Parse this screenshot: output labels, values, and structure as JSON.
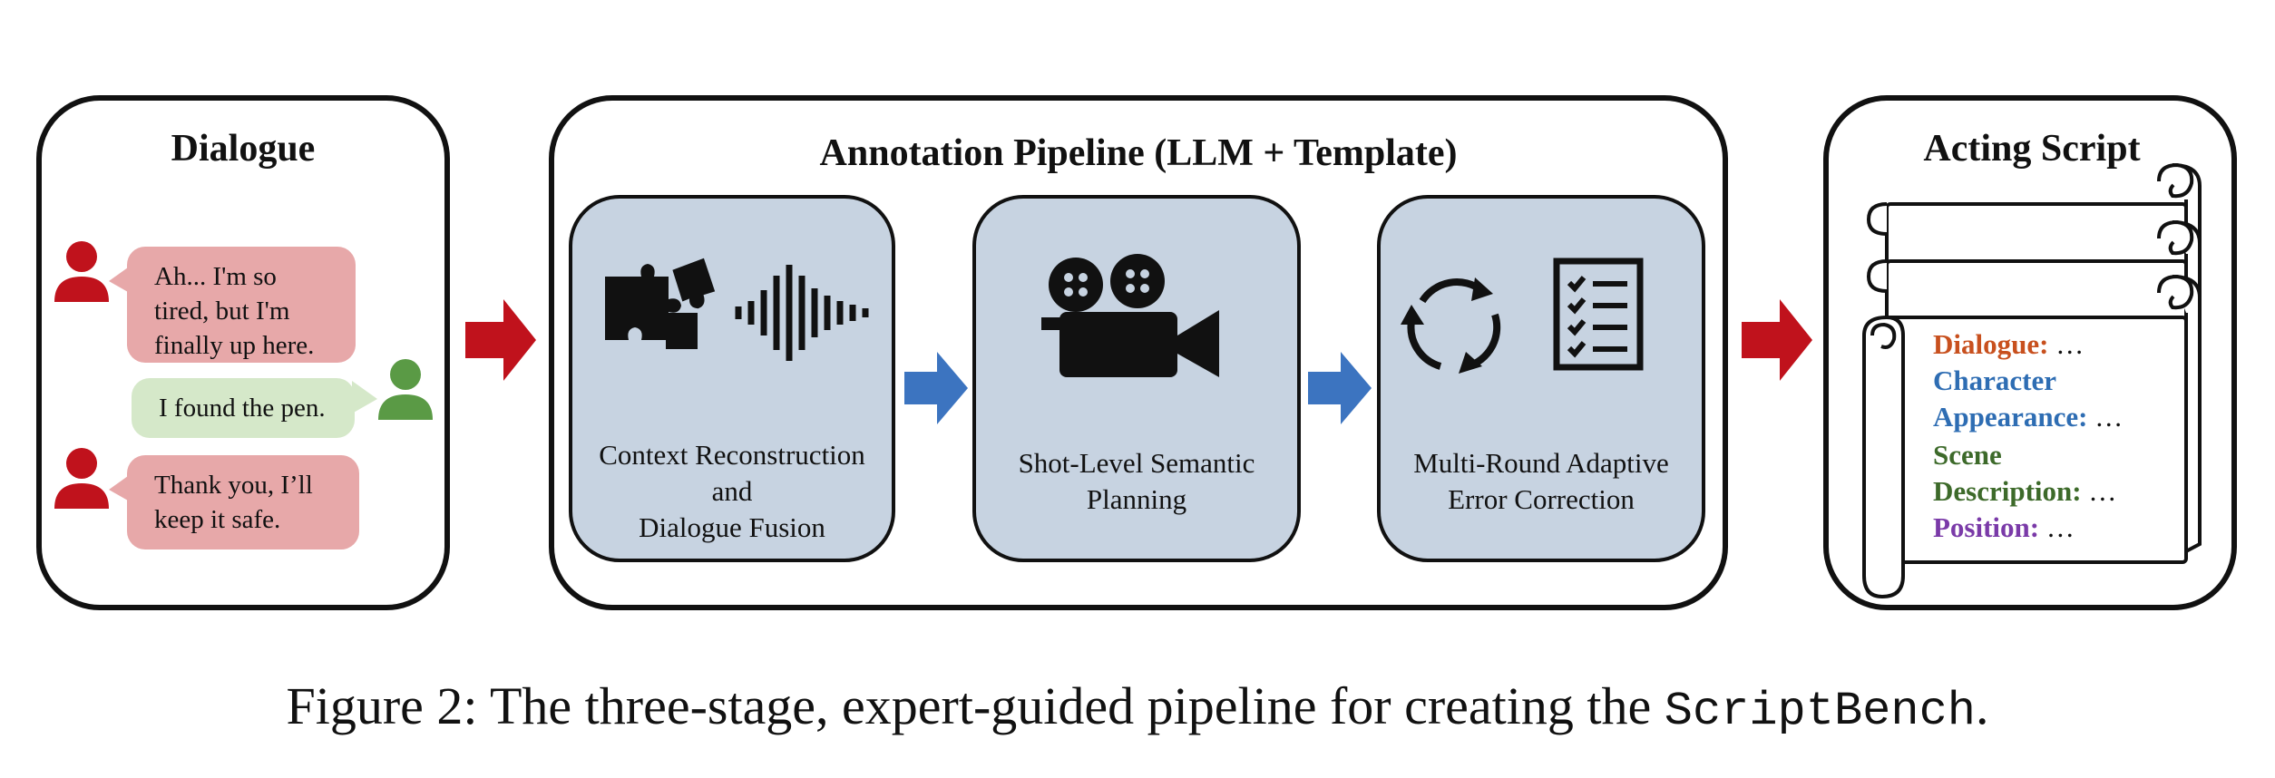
{
  "dialogue": {
    "title": "Dialogue",
    "messages": [
      {
        "text_lines": [
          "Ah... I'm so",
          "tired, but I'm",
          "finally up here."
        ]
      },
      {
        "text_lines": [
          "I found the pen."
        ]
      },
      {
        "text_lines": [
          "Thank you, I’ll",
          "keep it safe."
        ]
      }
    ]
  },
  "pipeline": {
    "title": "Annotation Pipeline (LLM + Template)",
    "stages": [
      {
        "label_lines": [
          "Context Reconstruction",
          "and",
          "Dialogue Fusion"
        ],
        "icons": [
          "puzzle-icon",
          "sound-wave-icon"
        ]
      },
      {
        "label_lines": [
          "Shot-Level Semantic",
          "Planning"
        ],
        "icons": [
          "movie-camera-icon"
        ]
      },
      {
        "label_lines": [
          "Multi-Round Adaptive",
          "Error Correction"
        ],
        "icons": [
          "refresh-cycle-icon",
          "checklist-icon"
        ]
      }
    ]
  },
  "script": {
    "title": "Acting Script",
    "fields": [
      {
        "key": "Dialogue:",
        "value": " …",
        "color": "#c8501e"
      },
      {
        "key": "Character",
        "value": "",
        "color": "#2e6db3"
      },
      {
        "key": "Appearance:",
        "value": " …",
        "color": "#2e6db3"
      },
      {
        "key": "Scene",
        "value": "",
        "color": "#3d6a2a"
      },
      {
        "key": "Description:",
        "value": " …",
        "color": "#3d6a2a"
      },
      {
        "key": "Position:",
        "value": " …",
        "color": "#7a3aa8"
      }
    ]
  },
  "caption": {
    "prefix": "Figure 2: The three-stage, expert-guided pipeline for creating the ",
    "code": "ScriptBench",
    "suffix": "."
  },
  "colors": {
    "big_arrow": "#c0121c",
    "small_arrow": "#3c74c0",
    "stage_fill": "#c7d3e1",
    "avatar_red": "#c0121c",
    "avatar_green": "#5a9a45"
  }
}
